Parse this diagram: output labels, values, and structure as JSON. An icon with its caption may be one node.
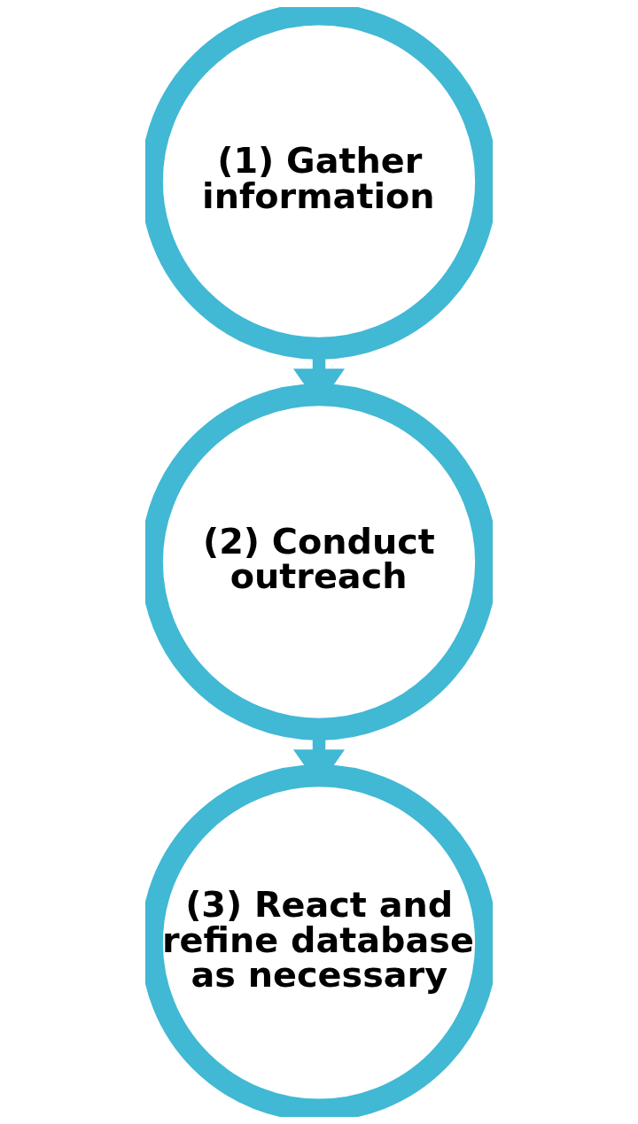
{
  "diagram": {
    "nodes": [
      {
        "text": [
          "(1) Gather information"
        ]
      },
      {
        "text": [
          "(2) Conduct outreach"
        ]
      },
      {
        "text": [
          "(3) React and refine database as necessary"
        ]
      }
    ],
    "edges": [
      {
        "from": 0,
        "to": 1,
        "arrow": "to"
      },
      {
        "from": 1,
        "to": 2,
        "arrow": "to"
      }
    ]
  }
}
